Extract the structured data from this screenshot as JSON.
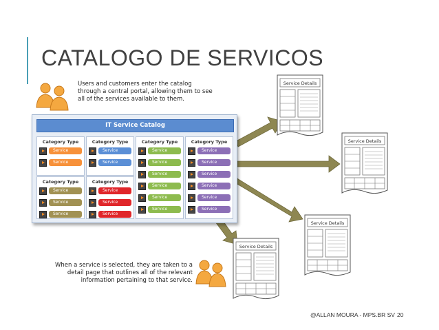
{
  "title": "CATALOGO DE SERVICOS",
  "caption_top": "Users and customers enter the catalog through a central portal, allowing them to see all of the services available to them.",
  "caption_bottom": "When a service is selected, they are taken to a detail page that outlines all of the relevant information pertaining to that service.",
  "catalog": {
    "title": "IT Service Catalog",
    "category_label": "Category Type",
    "service_label": "Service"
  },
  "detail_label": "Service Details",
  "footer": {
    "credit": "@ALLAN MOURA - MPS.BR SV",
    "page": "20"
  },
  "colors": {
    "accent_bar": "#4a9fb5",
    "catalog_header": "#5b8cd0",
    "service_orange": "#f7913a",
    "service_blue": "#5b8fd6",
    "service_green": "#8dbb4e",
    "service_purple": "#8c6fb6",
    "service_olive": "#a19153",
    "service_red": "#e0262a",
    "arrow": "#8e8752"
  },
  "icons": [
    "people-icon",
    "document-icon",
    "arrow-icon",
    "play-icon"
  ]
}
